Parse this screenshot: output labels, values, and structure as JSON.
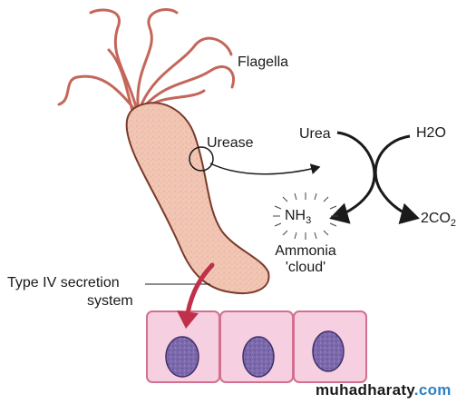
{
  "labels": {
    "flagella": "Flagella",
    "urease": "Urease",
    "urea": "Urea",
    "water": "H2O",
    "ammonia_formula": "NH3",
    "carbon_dioxide": "2CO2",
    "ammonia_cloud_line1": "Ammonia",
    "ammonia_cloud_line2": "'cloud'",
    "secretion_line1": "Type IV secretion",
    "secretion_line2": "system"
  },
  "watermark": {
    "part1": "muhadharaty",
    "part2": ".com"
  },
  "colors": {
    "bacterium_fill": "#f2c6b4",
    "bacterium_outline": "#7a3a2a",
    "flagella": "#c4665a",
    "cell_fill": "#f6cfe0",
    "cell_outline": "#d2708e",
    "nucleus_fill": "#7d6aad",
    "arrow_red": "#c0304a",
    "watermark_accent": "#2f7fc4"
  }
}
